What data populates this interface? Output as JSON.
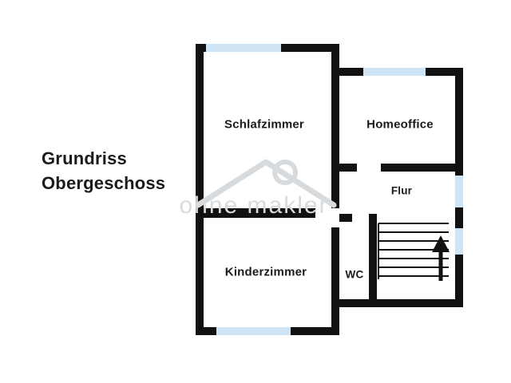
{
  "title": {
    "line1": "Grundriss",
    "line2": "Obergeschoss"
  },
  "watermark": {
    "text": "ohne makler"
  },
  "rooms": {
    "schlafzimmer": {
      "label": "Schlafzimmer"
    },
    "homeoffice": {
      "label": "Homeoffice"
    },
    "flur": {
      "label": "Flur"
    },
    "kinderzimmer": {
      "label": "Kinderzimmer"
    },
    "wc": {
      "label": "WC"
    }
  },
  "stairs": {
    "direction": "up",
    "treads": 7
  },
  "colors": {
    "wall": "#111111",
    "window": "#cfe4f4",
    "watermark": "#d7dbde",
    "text": "#1b1b1b"
  }
}
